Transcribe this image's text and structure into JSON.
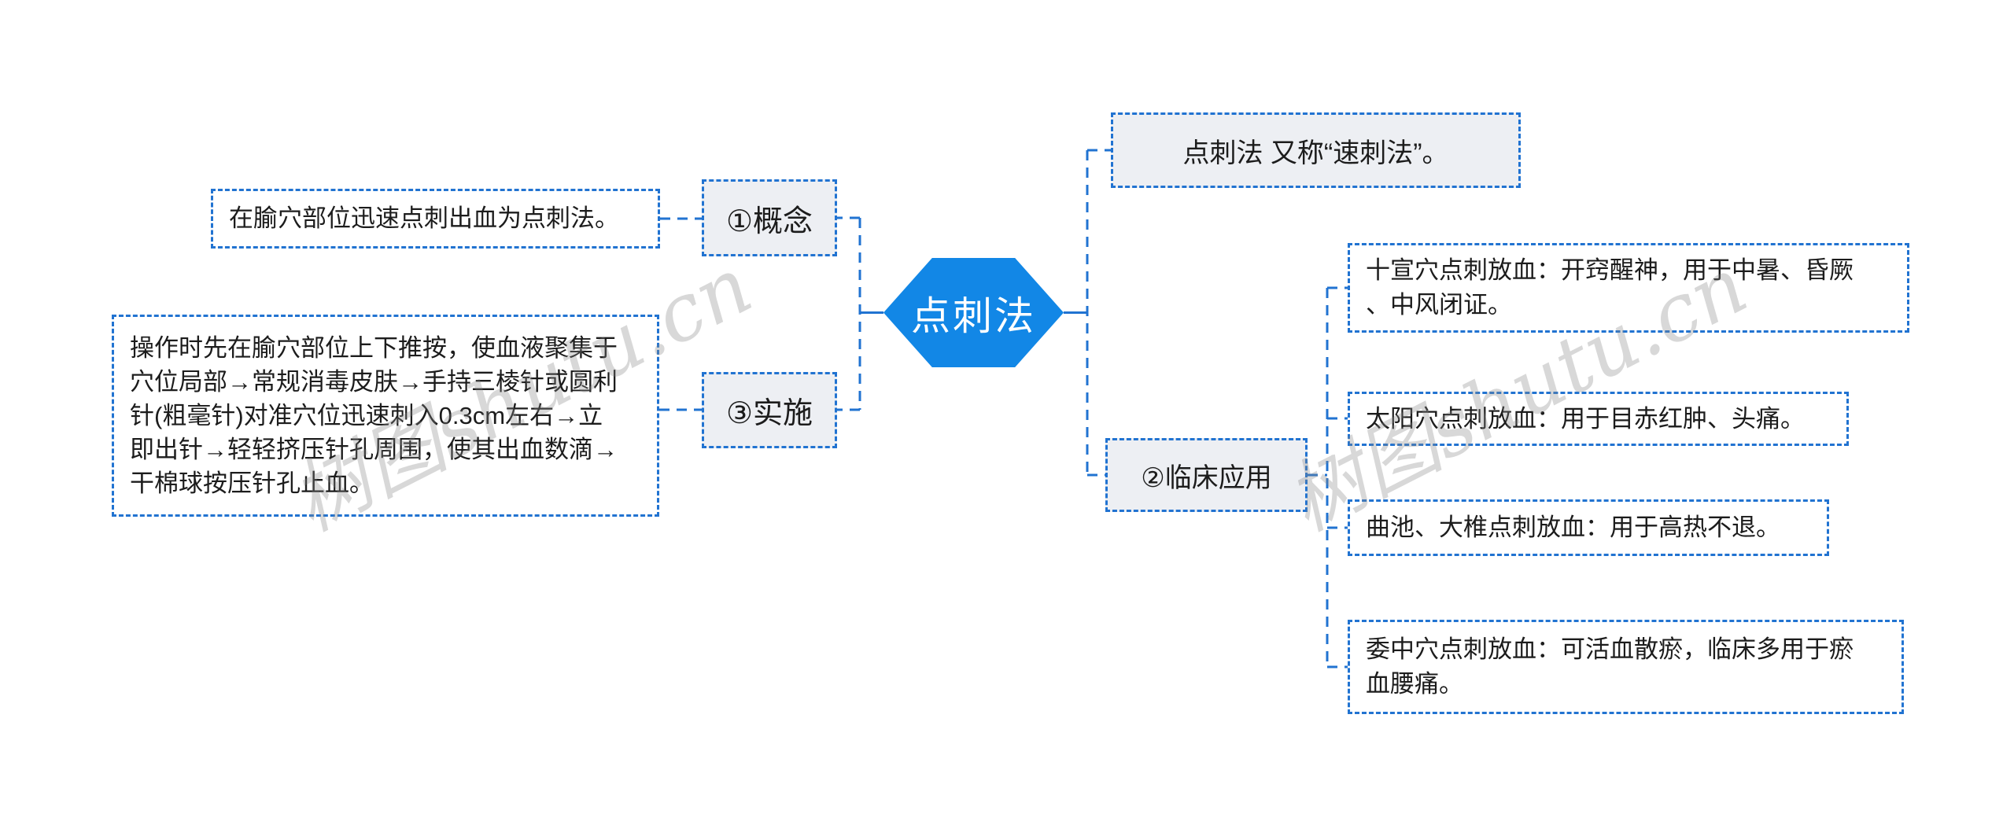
{
  "meta": {
    "app": "shutu-mindmap-export",
    "colors": {
      "root_fill": "#1287e6",
      "root_text": "#ffffff",
      "branch_line": "#2173d1",
      "topic_bg": "#edeff3",
      "detail_bg": "#ffffff",
      "text": "#1c1c1c"
    }
  },
  "watermark": {
    "text": "树图shutu.cn"
  },
  "root": {
    "label": "点刺法"
  },
  "left_branch": {
    "concept": {
      "label": "①概念",
      "detail": "在腧穴部位迅速点刺出血为点刺法。"
    },
    "implementation": {
      "label": "③实施",
      "detail": "操作时先在腧穴部位上下推按，使血液聚集于\n穴位局部→常规消毒皮肤→手持三棱针或圆利\n针(粗毫针)对准穴位迅速刺入0.3cm左右→立\n即出针→轻轻挤压针孔周围，使其出血数滴→\n干棉球按压针孔止血。"
    }
  },
  "right_branch": {
    "alias": {
      "text": "点刺法 又称“速刺法”。"
    },
    "clinical": {
      "label": "②临床应用",
      "items": [
        {
          "text": "十宣穴点刺放血：开窍醒神，用于中暑、昏厥\n、中风闭证。"
        },
        {
          "text": "太阳穴点刺放血：用于目赤红肿、头痛。"
        },
        {
          "text": "曲池、大椎点刺放血：用于高热不退。"
        },
        {
          "text": "委中穴点刺放血：可活血散瘀，临床多用于瘀\n血腰痛。"
        }
      ]
    }
  }
}
